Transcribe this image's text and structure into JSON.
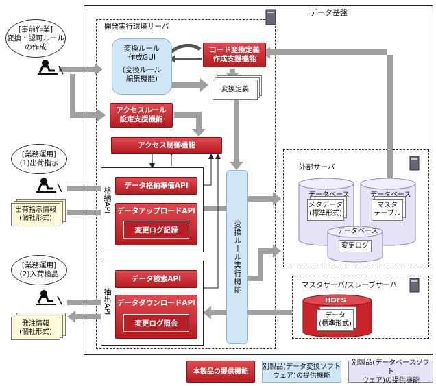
{
  "platform": {
    "title": "データ基盤"
  },
  "dev_server": {
    "title": "開発実行環境サーバ",
    "gui_line1": "変換ルール",
    "gui_line2": "作成GUI",
    "gui_line3": "(変換ルール",
    "gui_line4": "編集機能)",
    "code_support_line1": "コード変換定義",
    "code_support_line2": "作成支援機能",
    "conversion_def": "変換定義",
    "access_rule_line1": "アクセスルール",
    "access_rule_line2": "設定支援機能",
    "access_control": "アクセス制御機能",
    "storage_api_label": "格納API",
    "prep_api": "データ格納準備API",
    "upload_api": "データアップロードAPI",
    "change_log_record": "変更ログ記録",
    "extract_api_label": "抽出API",
    "search_api": "データ検索API",
    "download_api": "データダウンロードAPI",
    "change_log_ref": "変更ログ照会",
    "rule_engine": "変換ルール実行機能"
  },
  "external_server": {
    "title": "外部サーバ",
    "db1_title": "データベース",
    "db1_item_line1": "メタデータ",
    "db1_item_line2": "(標準形式)",
    "db2_title": "データベース",
    "db2_item_line1": "マスタ",
    "db2_item_line2": "テーブル",
    "db3_title": "データベース",
    "db3_item": "変更ログ"
  },
  "master_server": {
    "title": "マスタサーバ/スレーブサーバ",
    "hdfs_title": "HDFS",
    "data_line1": "データ",
    "data_line2": "(標準形式)"
  },
  "callouts": [
    {
      "line1": "[事前作業]",
      "line2": "変換・認可ルール",
      "line3": "の作成"
    },
    {
      "line1": "[業務運用]",
      "line2": "(1)出荷指示"
    },
    {
      "line1": "[業務運用]",
      "line2": "(2)入荷検品"
    }
  ],
  "docs": {
    "shipping_line1": "出荷指示情報",
    "shipping_line2": "(個社形式)",
    "order_line1": "発注情報",
    "order_line2": "(個社形式)"
  },
  "legend": {
    "item1": "本製品の提供機能",
    "item2_line1": "別製品(データ変換ソフト",
    "item2_line2": "ウェア)の提供機能",
    "item3_line1": "別製品(データベースソフト",
    "item3_line2": "ウェア)の提供機能"
  },
  "colors": {
    "product_red": "#c0232a",
    "conversion_blue": "#cfe6f7",
    "database_lavender": "#e5e3f5",
    "arrow_gray": "#a0a0a0"
  }
}
